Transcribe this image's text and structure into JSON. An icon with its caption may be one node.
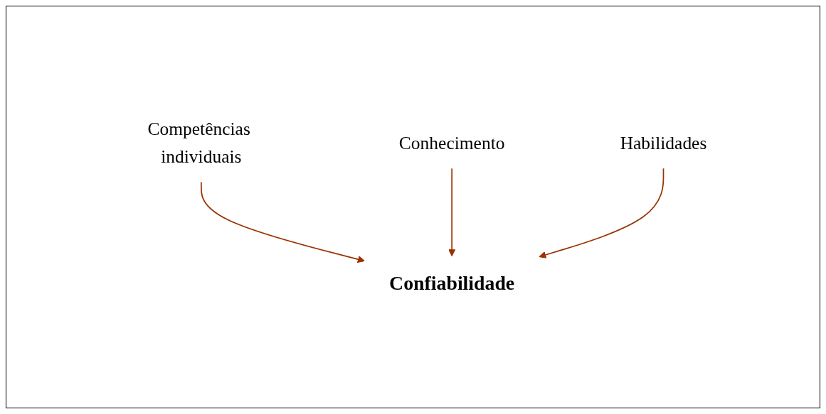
{
  "diagram": {
    "nodes": [
      {
        "text": [
          "Competências individuais"
        ]
      },
      {
        "text": [
          "Confiabilidade"
        ]
      },
      {
        "text": [
          "Conhecimento"
        ]
      },
      {
        "text": [
          "Habilidades"
        ]
      }
    ],
    "edges": [
      {
        "from": 0,
        "to": 1,
        "arrow": "to"
      },
      {
        "from": 2,
        "to": 1,
        "arrow": "to"
      },
      {
        "from": 3,
        "to": 1,
        "arrow": "to"
      }
    ]
  }
}
